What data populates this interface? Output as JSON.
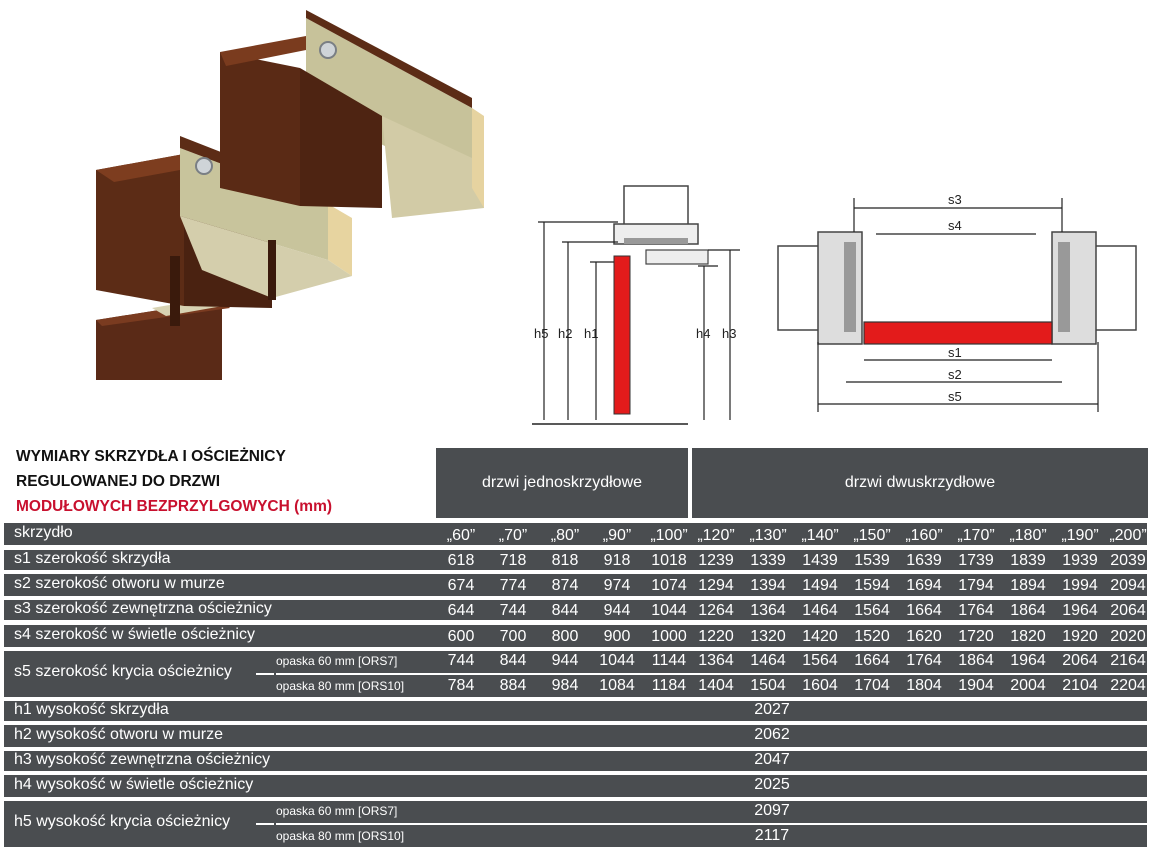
{
  "title": {
    "line1": "WYMIARY SKRZYDŁA I OŚCIEŻNICY",
    "line2": "REGULOWANEJ DO DRZWI",
    "line3": "MODUŁOWYCH BEZPRZYLGOWYCH (mm)"
  },
  "groups": {
    "single": "drzwi jednoskrzydłowe",
    "double": "drzwi dwuskrzydłowe"
  },
  "diagram_h_labels": [
    "h5",
    "h2",
    "h1",
    "h4",
    "h3"
  ],
  "diagram_s_labels": {
    "s3": "s3",
    "s4": "s4",
    "s1": "s1",
    "s2": "s2",
    "s5": "s5"
  },
  "colors": {
    "row_bg": "#4a4d50",
    "accent_red": "#c8102e",
    "leaf_red": "#e31b1b"
  },
  "table": {
    "sizes": {
      "label": "skrzydło",
      "values": [
        "„60”",
        "„70”",
        "„80”",
        "„90”",
        "„100”",
        "„120”",
        "„130”",
        "„140”",
        "„150”",
        "„160”",
        "„170”",
        "„180”",
        "„190”",
        "„200”"
      ]
    },
    "s1": {
      "label": "s1 szerokość skrzydła",
      "values": [
        "618",
        "718",
        "818",
        "918",
        "1018",
        "1239",
        "1339",
        "1439",
        "1539",
        "1639",
        "1739",
        "1839",
        "1939",
        "2039"
      ]
    },
    "s2": {
      "label": "s2 szerokość otworu w murze",
      "values": [
        "674",
        "774",
        "874",
        "974",
        "1074",
        "1294",
        "1394",
        "1494",
        "1594",
        "1694",
        "1794",
        "1894",
        "1994",
        "2094"
      ]
    },
    "s3": {
      "label": "s3 szerokość zewnętrzna ościeżnicy",
      "values": [
        "644",
        "744",
        "844",
        "944",
        "1044",
        "1264",
        "1364",
        "1464",
        "1564",
        "1664",
        "1764",
        "1864",
        "1964",
        "2064"
      ]
    },
    "s4": {
      "label": "s4 szerokość w świetle ościeżnicy",
      "values": [
        "600",
        "700",
        "800",
        "900",
        "1000",
        "1220",
        "1320",
        "1420",
        "1520",
        "1620",
        "1720",
        "1820",
        "1920",
        "2020"
      ]
    },
    "s5": {
      "label": "s5 szerokość krycia ościeżnicy",
      "sub1": {
        "label": "opaska 60 mm [ORS7]",
        "values": [
          "744",
          "844",
          "944",
          "1044",
          "1144",
          "1364",
          "1464",
          "1564",
          "1664",
          "1764",
          "1864",
          "1964",
          "2064",
          "2164"
        ]
      },
      "sub2": {
        "label": "opaska 80 mm [ORS10]",
        "values": [
          "784",
          "884",
          "984",
          "1084",
          "1184",
          "1404",
          "1504",
          "1604",
          "1704",
          "1804",
          "1904",
          "2004",
          "2104",
          "2204"
        ]
      }
    },
    "h1": {
      "label": "h1 wysokość skrzydła",
      "value": "2027"
    },
    "h2": {
      "label": "h2 wysokość otworu w murze",
      "value": "2062"
    },
    "h3": {
      "label": "h3 wysokość zewnętrzna ościeżnicy",
      "value": "2047"
    },
    "h4": {
      "label": "h4 wysokość w świetle ościeżnicy",
      "value": "2025"
    },
    "h5": {
      "label": "h5 wysokość krycia ościeżnicy",
      "sub1": {
        "label": "opaska 60 mm [ORS7]",
        "value": "2097"
      },
      "sub2": {
        "label": "opaska 80 mm [ORS10]",
        "value": "2117"
      }
    }
  }
}
